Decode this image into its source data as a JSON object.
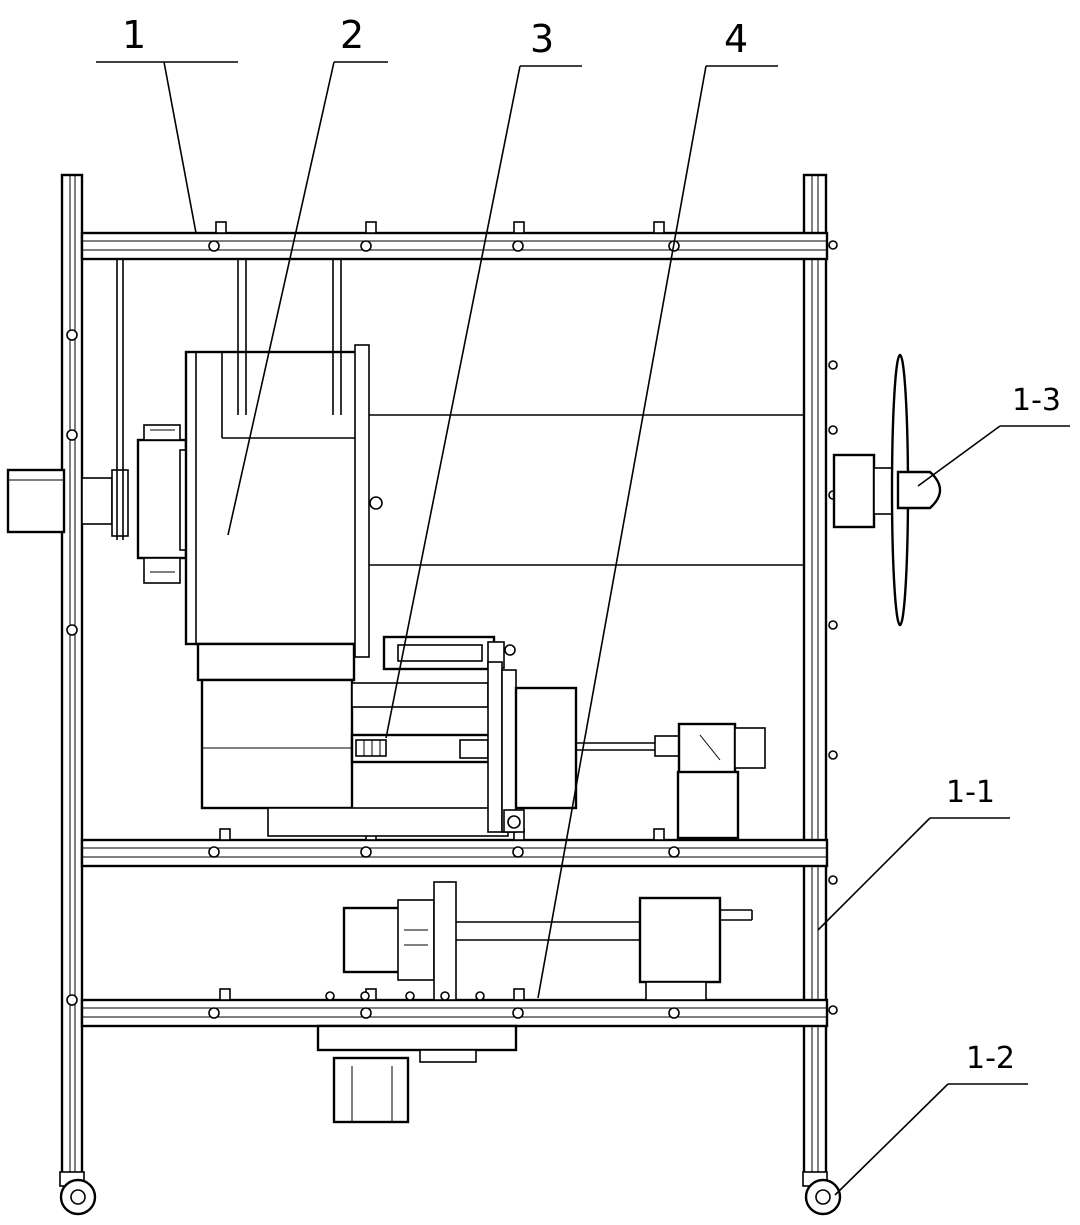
{
  "callouts": {
    "c1": "1",
    "c2": "2",
    "c3": "3",
    "c4": "4",
    "c11": "1-1",
    "c12": "1-2",
    "c13": "1-3"
  }
}
